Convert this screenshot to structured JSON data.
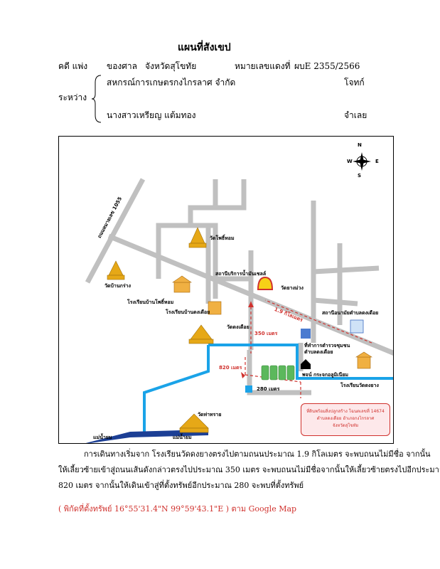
{
  "header": {
    "title": "แผนที่สังเขป",
    "case_label": "คดี แพ่ง",
    "court_label": "ของศาล",
    "court_name": "จังหวัดสุโขทัย",
    "red_no_label": "หมายเลขแดงที่",
    "red_no": "ผบE 2355/2566",
    "between_label": "ระหว่าง",
    "plaintiff_name": "สหกรณ์การเกษตรกงไกรลาศ จำกัด",
    "plaintiff_role": "โจทก์",
    "defendant_name": "นางสาวเหรียญ แต้มทอง",
    "defendant_role": "จำเลย"
  },
  "map": {
    "compass": {
      "n": "N",
      "s": "S",
      "e": "E",
      "w": "W"
    },
    "labels": {
      "road_1055": "ถนนหมายเลข 1055",
      "wat_pho_hom": "วัดโพธิ์หอม",
      "wat_ban_krang": "วัดบ้านกร่าง",
      "school_ban_pho_hom": "โรงเรียนบ้านโพธิ์หอม",
      "school_ban_dong_duea": "โรงเรียนบ้านดงเดือย",
      "wat_dong_duea": "วัดดงเดือย",
      "gas_station": "สถานีบริการน้ำมันเชลล์",
      "wat_yang_muang": "วัดยางม่วง",
      "health_station": "สถานีอนามัยตำบลดงเดือย",
      "distance_19": "1.9 กิโลเมตร",
      "distance_350": "350 เมตร",
      "community_police": "ที่ทำการตำรวจชุมชน\nตำบลดงเดือย",
      "distance_820": "820 เมตร",
      "shop": "พจน์ กระจกอลูมิเนียม",
      "school_wat_dong_yang": "โรงเรียนวัดดงยาง",
      "distance_280": "280 เมตร",
      "wat_tha_sai": "วัดท่าทราย",
      "river_1": "แม่น้ำยม",
      "river_2": "แม่น้ำยม",
      "note_line1": "ที่ดินพร้อมสิ่งปลูกสร้าง โฉนดเลขที่ 14674",
      "note_line2": "ตำบลดงเดือย อำเภอกงไกรลาศ",
      "note_line3": "จังหวัดสุโขทัย"
    },
    "colors": {
      "road": "#c0c0c0",
      "water": "#1aa3e8",
      "river": "#1c3f95",
      "route": "#d0312d",
      "property": "#5cb85c"
    }
  },
  "description": {
    "line1": "การเดินทางเริ่มจาก โรงเรียนวัดดงยางตรงไปตามถนนประมาณ 1.9 กิโลเมตร จะพบถนนไม่มีชื่อ จากนั้น",
    "line2": "ให้เลี้ยวซ้ายเข้าสู่ถนนเส้นดังกล่าวตรงไปประมาณ 350 เมตร จะพบถนนไม่มีชื่อจากนั้นให้เลี้ยวซ้ายตรงไปอีกประมาณ",
    "line3": "820 เมตร จากนั้นให้เดินเข้าสู่ที่ตั้งทรัพย์อีกประมาณ 280 จะพบที่ตั้งทรัพย์",
    "gps": "( พิกัดที่ตั้งทรัพย์ 16°55'31.4\"N 99°59'43.1\"E ) ตาม Google Map"
  }
}
